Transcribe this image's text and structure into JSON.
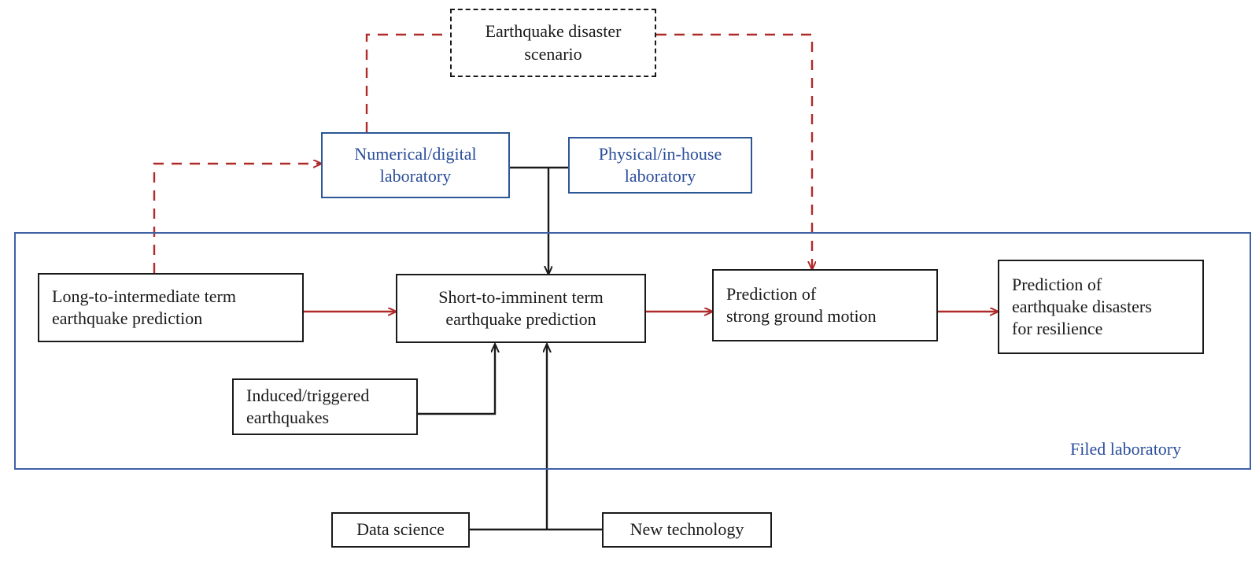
{
  "diagram": {
    "title_text": "Earthquake disaster scenario",
    "colors": {
      "black_line": "#1a1a1a",
      "red_line": "#b02a2a",
      "blue_box": "#2b5797",
      "blue_text": "#2b4e9b",
      "container_border": "#3f62a5",
      "background": "#ffffff"
    },
    "nodes": {
      "scenario": {
        "label": "Earthquake disaster\nscenario"
      },
      "numerical_lab": {
        "label": "Numerical/digital\nlaboratory"
      },
      "physical_lab": {
        "label": "Physical/in-house\nlaboratory"
      },
      "long_term": {
        "label": "Long-to-intermediate term\nearthquake prediction"
      },
      "short_term": {
        "label": "Short-to-imminent term\nearthquake prediction"
      },
      "ground_motion": {
        "label": "Prediction of\nstrong ground motion"
      },
      "disasters": {
        "label": "Prediction of\nearthquake disasters\nfor resilience"
      },
      "induced": {
        "label": "Induced/triggered\nearthquakes"
      },
      "data_science": {
        "label": "Data science"
      },
      "new_technology": {
        "label": "New technology"
      }
    },
    "container": {
      "caption": "Filed laboratory"
    },
    "connections": [
      {
        "name": "long-term-to-short-term",
        "style": "solid-red-arrow"
      },
      {
        "name": "short-term-to-ground-motion",
        "style": "solid-red-arrow"
      },
      {
        "name": "ground-motion-to-disasters",
        "style": "solid-red-arrow"
      },
      {
        "name": "long-term-to-numerical-lab",
        "style": "dashed-red-arrow"
      },
      {
        "name": "numerical-lab-to-scenario",
        "style": "dashed-red-line"
      },
      {
        "name": "scenario-to-ground-motion",
        "style": "dashed-red-arrow"
      },
      {
        "name": "labs-to-short-term",
        "style": "solid-black-arrow"
      },
      {
        "name": "induced-to-short-term",
        "style": "solid-black-arrow"
      },
      {
        "name": "technology-to-short-term",
        "style": "solid-black-arrow"
      },
      {
        "name": "data-science-to-new-technology",
        "style": "solid-black-line"
      },
      {
        "name": "numerical-lab-to-physical-lab",
        "style": "solid-black-line"
      }
    ]
  }
}
